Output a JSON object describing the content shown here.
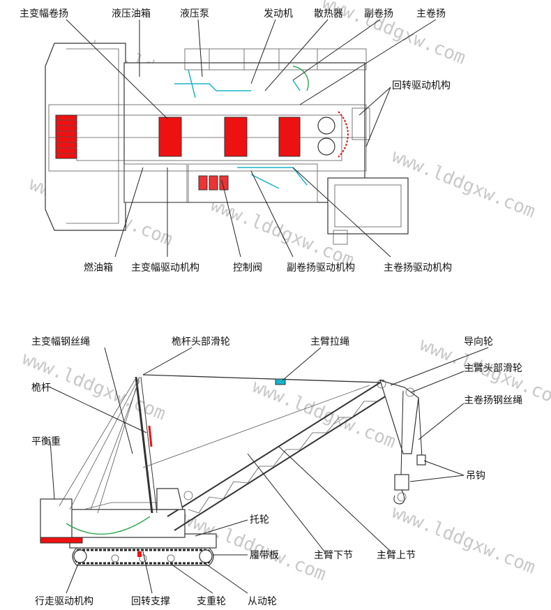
{
  "watermark": "www.lddgxw.com",
  "top_view": {
    "labels": {
      "main_luffing_winch": "主变幅卷扬",
      "hydraulic_tank": "液压油箱",
      "hydraulic_pump": "液压泵",
      "engine": "发动机",
      "radiator": "散热器",
      "aux_winch": "副卷扬",
      "main_winch": "主卷扬",
      "slew_drive": "回转驱动机构",
      "fuel_tank": "燃油箱",
      "main_luffing_drive": "主变幅驱动机构",
      "control_valve": "控制阀",
      "aux_winch_drive": "副卷扬驱动机构",
      "main_winch_drive": "主卷扬驱动机构"
    }
  },
  "side_view": {
    "labels": {
      "main_luffing_rope": "主变幅钢丝绳",
      "mast_head_sheave": "桅杆头部滑轮",
      "boom_pendant": "主臂拉绳",
      "guide_sheave": "导向轮",
      "boom_head_sheave": "主臂头部滑轮",
      "main_hoist_rope": "主卷扬钢丝绳",
      "mast": "桅杆",
      "counterweight": "平衡重",
      "hook": "吊钩",
      "carrier_roller": "托轮",
      "track_shoe": "履带板",
      "boom_lower_section": "主臂下节",
      "boom_upper_section": "主臂上节",
      "travel_drive": "行走驱动机构",
      "slewing_bearing": "回转支撑",
      "track_roller": "支重轮",
      "idler": "从动轮"
    }
  },
  "colors": {
    "drum": "#e11111",
    "hydraulic": "#19b3c9",
    "rope_green": "#2fa84f",
    "counterweight_red": "#e11111"
  }
}
